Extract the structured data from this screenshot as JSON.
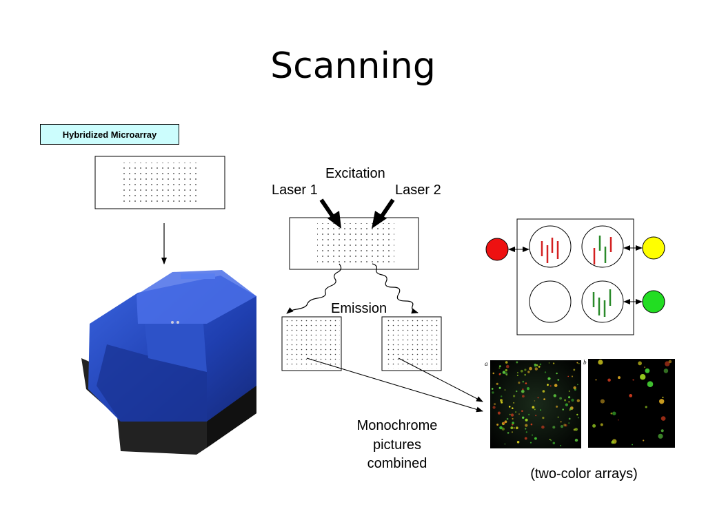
{
  "slide": {
    "title": "Scanning"
  },
  "labels": {
    "hybridized": "Hybridized Microarray",
    "excitation": "Excitation",
    "laser1": "Laser 1",
    "laser2": "Laser 2",
    "emission": "Emission",
    "monochrome_1": "Monochrome",
    "monochrome_2": "pictures",
    "monochrome_3": "combined",
    "two_color": "(two-color arrays)",
    "panel_a": "a",
    "panel_b": "b"
  },
  "colors": {
    "label_bg": "#ccfdfd",
    "scanner_blue": "#1f3fb0",
    "red_dye": "#ee1111",
    "green_dye": "#22dd22",
    "yellow_dye": "#ffff00",
    "red_bar": "#d42020",
    "green_bar": "#2a8a2a"
  },
  "icons": {
    "scanner": "microarray-scanner-image",
    "red_dye": "red-circle-icon",
    "yellow_dye": "yellow-circle-icon",
    "green_dye": "green-circle-icon"
  }
}
